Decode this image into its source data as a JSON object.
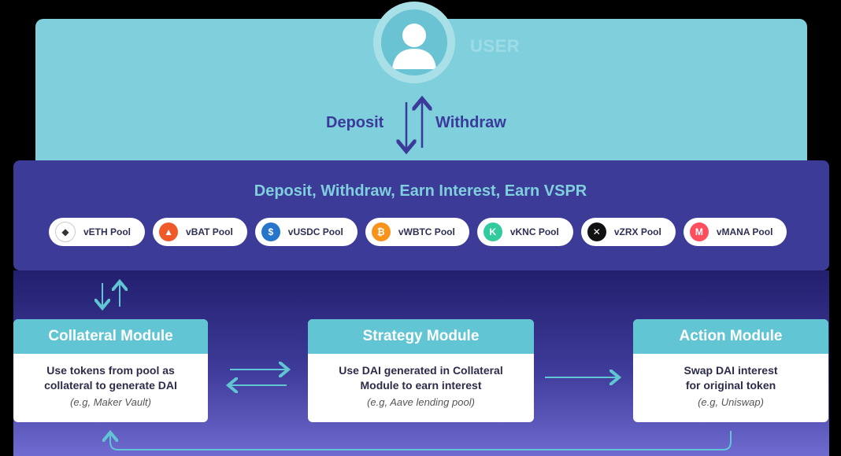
{
  "user": {
    "label": "USER"
  },
  "flow": {
    "deposit": "Deposit",
    "withdraw": "Withdraw"
  },
  "pool_panel": {
    "heading": "Deposit, Withdraw, Earn Interest, Earn VSPR",
    "pools": [
      {
        "label": "vETH Pool",
        "icon": "ethereum-icon",
        "color": "#ffffff",
        "glyph": "◆",
        "glyph_color": "#333333"
      },
      {
        "label": "vBAT Pool",
        "icon": "bat-icon",
        "color": "#f05a28",
        "glyph": "▲",
        "glyph_color": "#ffffff"
      },
      {
        "label": "vUSDC Pool",
        "icon": "usdc-icon",
        "color": "#2775ca",
        "glyph": "$",
        "glyph_color": "#ffffff"
      },
      {
        "label": "vWBTC Pool",
        "icon": "wbtc-icon",
        "color": "#f7931a",
        "glyph": "₿",
        "glyph_color": "#ffffff"
      },
      {
        "label": "vKNC Pool",
        "icon": "knc-icon",
        "color": "#31cb9e",
        "glyph": "K",
        "glyph_color": "#ffffff"
      },
      {
        "label": "vZRX Pool",
        "icon": "zrx-icon",
        "color": "#111111",
        "glyph": "✕",
        "glyph_color": "#ffffff"
      },
      {
        "label": "vMANA Pool",
        "icon": "mana-icon",
        "color": "#ff4f5e",
        "glyph": "M",
        "glyph_color": "#ffffff"
      }
    ]
  },
  "modules": {
    "collateral": {
      "title": "Collateral Module",
      "desc_line1": "Use tokens from pool as",
      "desc_line2": "collateral to generate DAI",
      "example": "(e.g, Maker Vault)"
    },
    "strategy": {
      "title": "Strategy Module",
      "desc_line1": "Use DAI generated in Collateral",
      "desc_line2": "Module to earn interest",
      "example": "(e.g, Aave lending pool)"
    },
    "action": {
      "title": "Action Module",
      "desc_line1": "Swap DAI interest",
      "desc_line2": "for original token",
      "example": "(e.g, Uniswap)"
    }
  },
  "colors": {
    "teal": "#7fd0dc",
    "purple": "#3d3b98",
    "arrow_dark": "#3b3a9a",
    "arrow_light": "#62c5d3"
  }
}
